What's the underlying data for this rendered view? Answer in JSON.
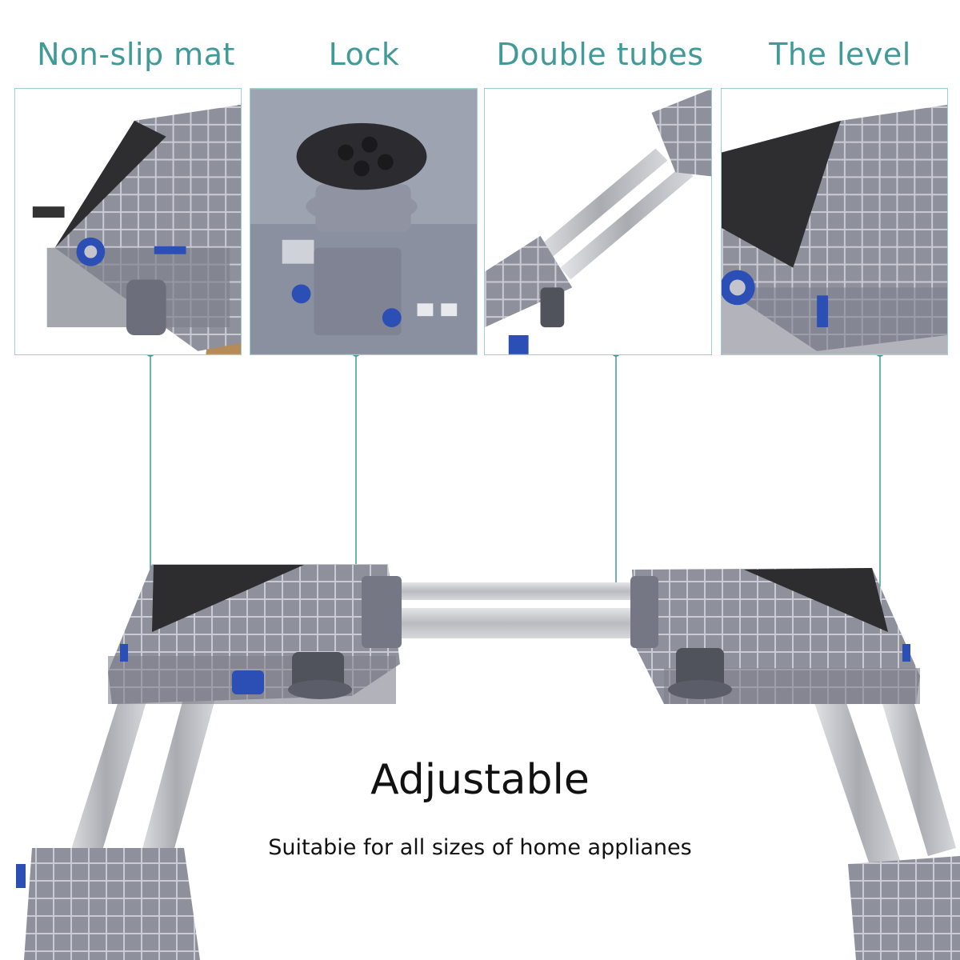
{
  "features": [
    {
      "label": "Non-slip mat",
      "icon": "non-slip-mat"
    },
    {
      "label": "Lock",
      "icon": "lock-foot"
    },
    {
      "label": "Double tubes",
      "icon": "double-tubes"
    },
    {
      "label": "The level",
      "icon": "level-bubble"
    }
  ],
  "headline": "Adjustable",
  "subline": "Suitabie for all sizes of home applianes",
  "colors": {
    "label_teal": "#3f9a98",
    "frame_border": "#9fd0cf",
    "stand_gray": "#8d8f9c",
    "tube_silver": "#c7c9cd",
    "accent_blue": "#2b4fb5"
  }
}
